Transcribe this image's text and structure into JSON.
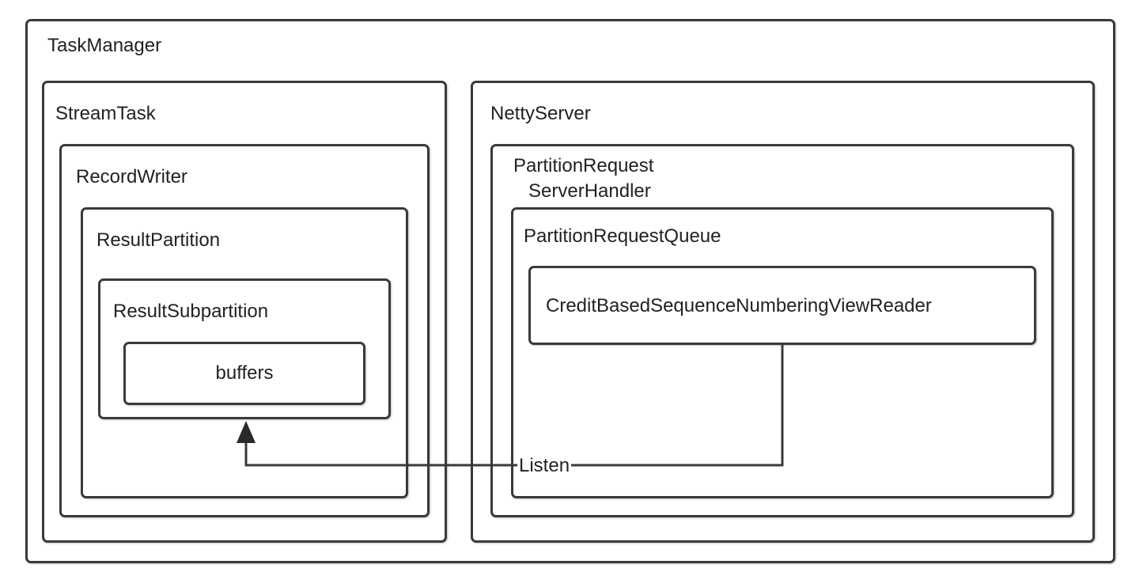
{
  "diagram": {
    "task_manager": "TaskManager",
    "stream_task": "StreamTask",
    "record_writer": "RecordWriter",
    "result_partition": "ResultPartition",
    "result_subpartition": "ResultSubpartition",
    "buffers": "buffers",
    "netty_server": "NettyServer",
    "partition_request_server_handler_line1": "PartitionRequest",
    "partition_request_server_handler_line2": "ServerHandler",
    "partition_request_queue": "PartitionRequestQueue",
    "view_reader": "CreditBasedSequenceNumberingViewReader",
    "edge_label": "Listen"
  },
  "colors": {
    "stroke": "#3a3a3a",
    "text": "#222222",
    "background": "#ffffff"
  }
}
